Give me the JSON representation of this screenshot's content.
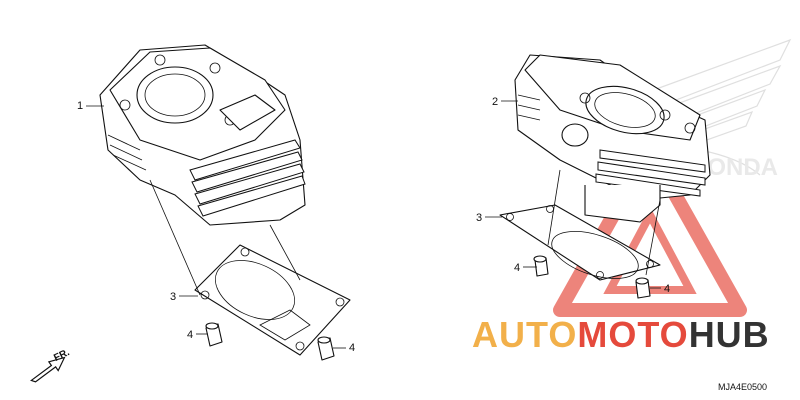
{
  "callouts": {
    "c1": "1",
    "c2": "2",
    "c3_left": "3",
    "c3_right": "3",
    "c4_left_a": "4",
    "c4_left_b": "4",
    "c4_right_a": "4",
    "c4_right_b": "4"
  },
  "direction_label": "FR.",
  "diagram_code": "MJA4E0500",
  "watermark": {
    "part_auto": "AUTO",
    "part_moto": "MOTO",
    "part_hub": "HUB",
    "colors": {
      "auto": "#f2b04a",
      "moto": "#e54a3c",
      "hub": "#333333",
      "triangle": "#e54a3c"
    }
  },
  "background_logo": "honda-wing-logo"
}
